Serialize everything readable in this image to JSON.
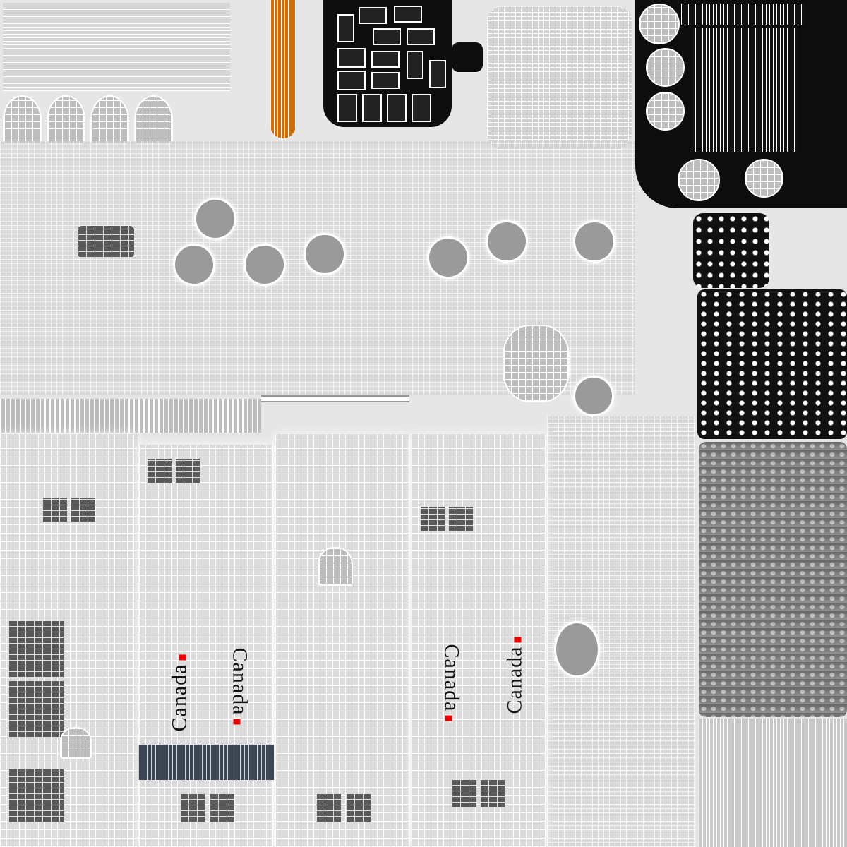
{
  "texture": {
    "wordmarks": [
      "Canada",
      "Canada",
      "Canada",
      "Canada"
    ],
    "colors": {
      "background": "#e6e6e6",
      "orange_strip": "#d66a00",
      "dark_panel": "#0d0d0d",
      "flag_red": "#e00000",
      "stripe_band": "#3a4656"
    }
  }
}
